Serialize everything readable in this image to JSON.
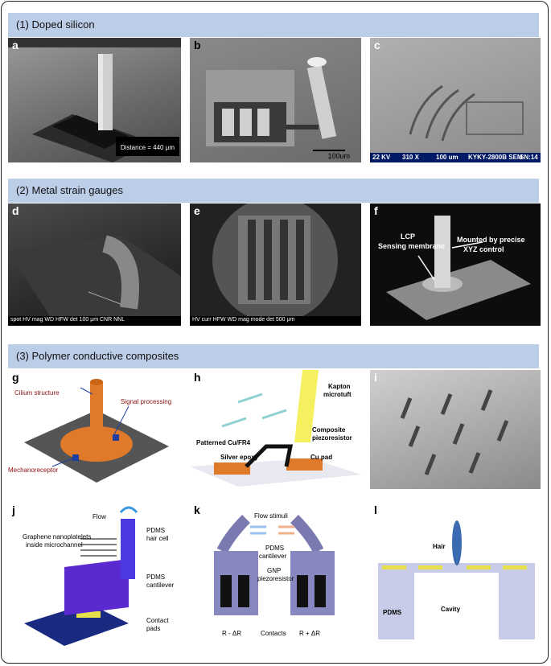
{
  "sections": [
    {
      "title": "(1) Doped silicon"
    },
    {
      "title": "(2) Metal strain gauges"
    },
    {
      "title": "(3) Polymer conductive composites"
    }
  ],
  "panels": {
    "a": {
      "label": "a",
      "distance": "Distance = 440 μm"
    },
    "b": {
      "label": "b",
      "scale": "100um"
    },
    "c": {
      "label": "c",
      "bar": [
        "22 KV",
        "310 X",
        "100 um",
        "KYKY-2800B SEM",
        "SN:14"
      ]
    },
    "d": {
      "label": "d",
      "footer": "spot  HV   mag  WD   HFW  det        100 μm        CNR NNL"
    },
    "e": {
      "label": "e",
      "footer": "HV  curr  HFW  WD  mag  mode  det        500 μm"
    },
    "f": {
      "label": "f",
      "lcp": "LCP",
      "membrane": "Sensing membrane",
      "mounted_1": "Mounted by precise",
      "mounted_2": "XYZ control"
    },
    "g": {
      "label": "g",
      "cilium": "Cilium structure",
      "signal": "Signal processing",
      "mechano": "Mechanoreceptor"
    },
    "h": {
      "label": "h",
      "kapton_1": "Kapton",
      "kapton_2": "microtuft",
      "comp_1": "Composite",
      "comp_2": "piezoresistor",
      "cu_fr4": "Patterned Cu/FR4",
      "silver": "Silver epoxy",
      "cupad": "Cu pad"
    },
    "i": {
      "label": "i"
    },
    "j": {
      "label": "j",
      "flow": "Flow",
      "gnp_1": "Graphene nanoplatelets",
      "gnp_2": "inside microchannel",
      "pdms_hair_1": "PDMS",
      "pdms_hair_2": "hair cell",
      "pdms_cant_1": "PDMS",
      "pdms_cant_2": "cantilever",
      "contact_1": "Contact",
      "contact_2": "pads"
    },
    "k": {
      "label": "k",
      "flow": "Flow stimuli",
      "pdms_1": "PDMS",
      "pdms_2": "cantilever",
      "gnp_1": "GNP",
      "gnp_2": "piezoresistor",
      "r_minus": "R - ΔR",
      "contacts": "Contacts",
      "r_plus": "R + ΔR"
    },
    "l": {
      "label": "l",
      "hair": "Hair",
      "pdms": "PDMS",
      "cavity": "Cavity"
    }
  }
}
